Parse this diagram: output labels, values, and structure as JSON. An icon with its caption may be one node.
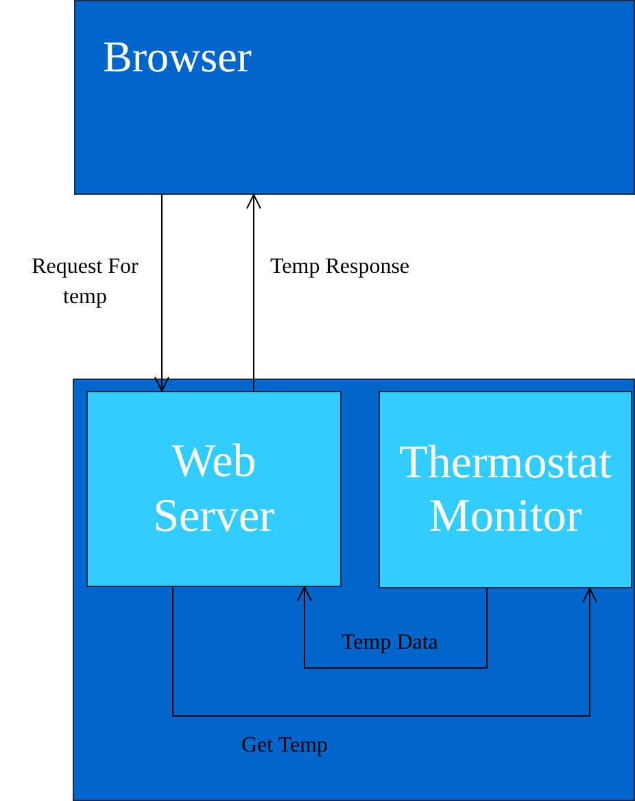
{
  "diagram": {
    "nodes": [
      {
        "text": [
          "Browser"
        ]
      },
      {
        "text": [],
        "shape": "box"
      },
      {
        "text": [
          "Web Server"
        ],
        "in": 1
      },
      {
        "text": [
          "Thermostat Monitor"
        ],
        "in": 1
      }
    ],
    "edges": [
      {
        "from": 0,
        "to": 2,
        "arrow": "to",
        "label": "Request For temp"
      },
      {
        "from": 2,
        "to": 0,
        "arrow": "to",
        "label": "Temp Response"
      },
      {
        "from": 3,
        "to": 2,
        "arrow": "to",
        "label": "Temp Data"
      },
      {
        "from": 2,
        "to": 3,
        "arrow": "to",
        "label": "Get Temp"
      }
    ]
  }
}
